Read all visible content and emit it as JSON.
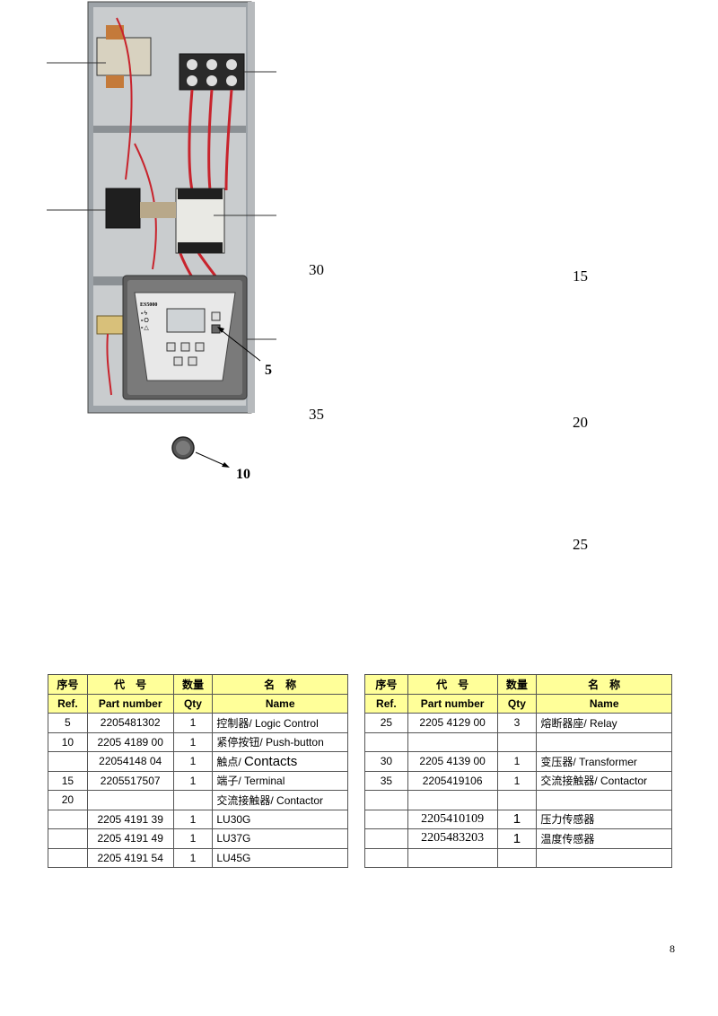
{
  "callouts": {
    "c5": "5",
    "c10": "10",
    "c30": "30",
    "c35": "35",
    "c15": "15",
    "c20": "20",
    "c25": "25"
  },
  "controller_display_brand": "ES5000",
  "headers": {
    "ref_cn": "序号",
    "ref_en": "Ref.",
    "part_cn": "代　号",
    "part_en": "Part number",
    "qty_cn": "数量",
    "qty_en": "Qty",
    "name_cn": "名　称",
    "name_en": "Name"
  },
  "left_table": [
    {
      "ref": "5",
      "part": "2205481302",
      "qty": "1",
      "name": "控制器/ Logic Control"
    },
    {
      "ref": "10",
      "part": "2205 4189 00",
      "qty": "1",
      "name": "紧停按钮/ Push-button"
    },
    {
      "ref": "",
      "part": "22054148 04",
      "qty": "1",
      "name_cn": "触点/ ",
      "name_en": "Contacts"
    },
    {
      "ref": "15",
      "part": "2205517507",
      "qty": "1",
      "name": "端子/ Terminal"
    },
    {
      "ref": "20",
      "part": "",
      "qty": "",
      "name": "交流接触器/ Contactor"
    },
    {
      "ref": "",
      "part": "2205 4191 39",
      "qty": "1",
      "name": "LU30G"
    },
    {
      "ref": "",
      "part": "2205 4191 49",
      "qty": "1",
      "name": "LU37G"
    },
    {
      "ref": "",
      "part": "2205 4191 54",
      "qty": "1",
      "name": "LU45G"
    }
  ],
  "right_table": [
    {
      "ref": "25",
      "part": "2205 4129 00",
      "qty": "3",
      "name": "熔断器座/ Relay"
    },
    {
      "ref": "",
      "part": "",
      "qty": "",
      "name": ""
    },
    {
      "ref": "30",
      "part": "2205 4139 00",
      "qty": "1",
      "name": "变压器/ Transformer"
    },
    {
      "ref": "35",
      "part": "2205419106",
      "qty": "1",
      "name": "交流接触器/ Contactor"
    },
    {
      "ref": "",
      "part": "",
      "qty": "",
      "name": ""
    },
    {
      "ref": "",
      "part": "2205410109",
      "qty": "1",
      "name": "压力传感器"
    },
    {
      "ref": "",
      "part": "2205483203",
      "qty": "1",
      "name": "温度传感器"
    },
    {
      "ref": "",
      "part": "",
      "qty": "",
      "name": ""
    }
  ],
  "page_number": "8"
}
